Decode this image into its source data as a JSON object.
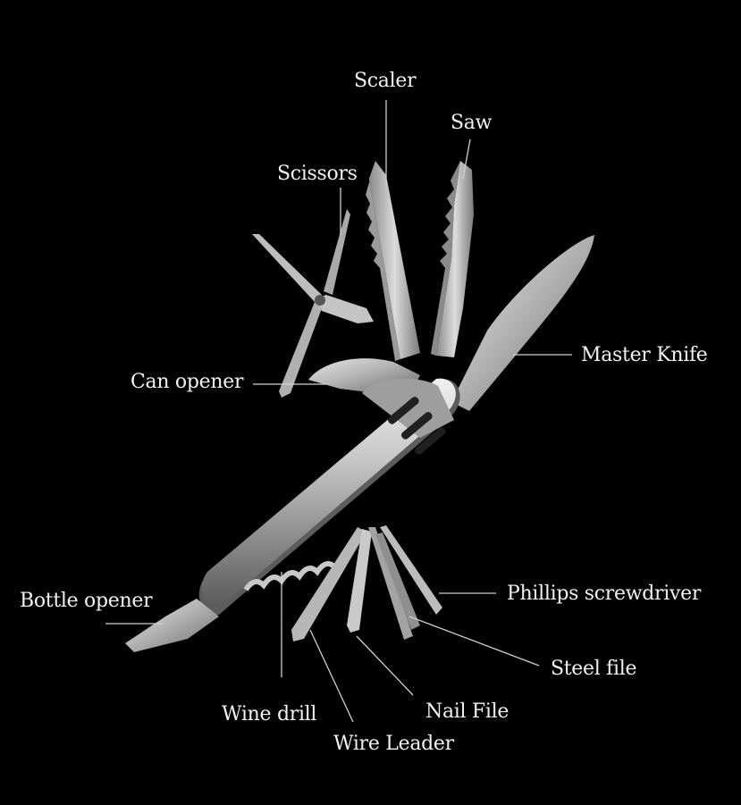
{
  "labels": {
    "scaler": "Scaler",
    "saw": "Saw",
    "scissors": "Scissors",
    "master_knife": "Master Knife",
    "can_opener": "Can opener",
    "bottle_opener": "Bottle opener",
    "phillips_screwdriver": "Phillips screwdriver",
    "steel_file": "Steel file",
    "nail_file": "Nail File",
    "wine_drill": "Wine drill",
    "wire_leader": "Wire Leader"
  },
  "colors": {
    "background": "#000000",
    "steel_light": "#d9d9d9",
    "steel_mid": "#a8a8a8",
    "steel_dark": "#6e6e6e",
    "label_text": "#f2f2f2",
    "leader_line": "#d0d0d0"
  }
}
